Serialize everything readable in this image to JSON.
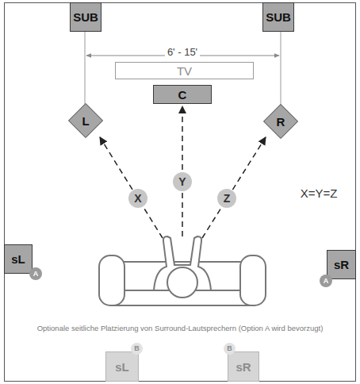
{
  "diagram": {
    "nodes": [
      {
        "text": [
          "SUB"
        ]
      },
      {
        "text": [
          "SUB"
        ]
      },
      {
        "text": [
          "TV"
        ]
      },
      {
        "text": [
          "C"
        ]
      },
      {
        "text": [
          "L"
        ]
      },
      {
        "text": [
          "R"
        ]
      },
      {
        "text": [
          "X"
        ]
      },
      {
        "text": [
          "Y"
        ]
      },
      {
        "text": [
          "Z"
        ]
      },
      {
        "text": [
          "sL"
        ]
      },
      {
        "text": [
          "A"
        ],
        "in": 9
      },
      {
        "text": [
          "sR"
        ]
      },
      {
        "text": [
          "A"
        ],
        "in": 11
      },
      {
        "text": [
          "sL"
        ]
      },
      {
        "text": [
          "B"
        ],
        "in": 13
      },
      {
        "text": [
          "sR"
        ]
      },
      {
        "text": [
          "B"
        ],
        "in": 15
      }
    ],
    "labels": [
      "6' - 15'",
      "X=Y=Z",
      "Optionale seitliche Platzierung von Surround-Lautsprechern (Option A wird bevorzugt)"
    ]
  }
}
